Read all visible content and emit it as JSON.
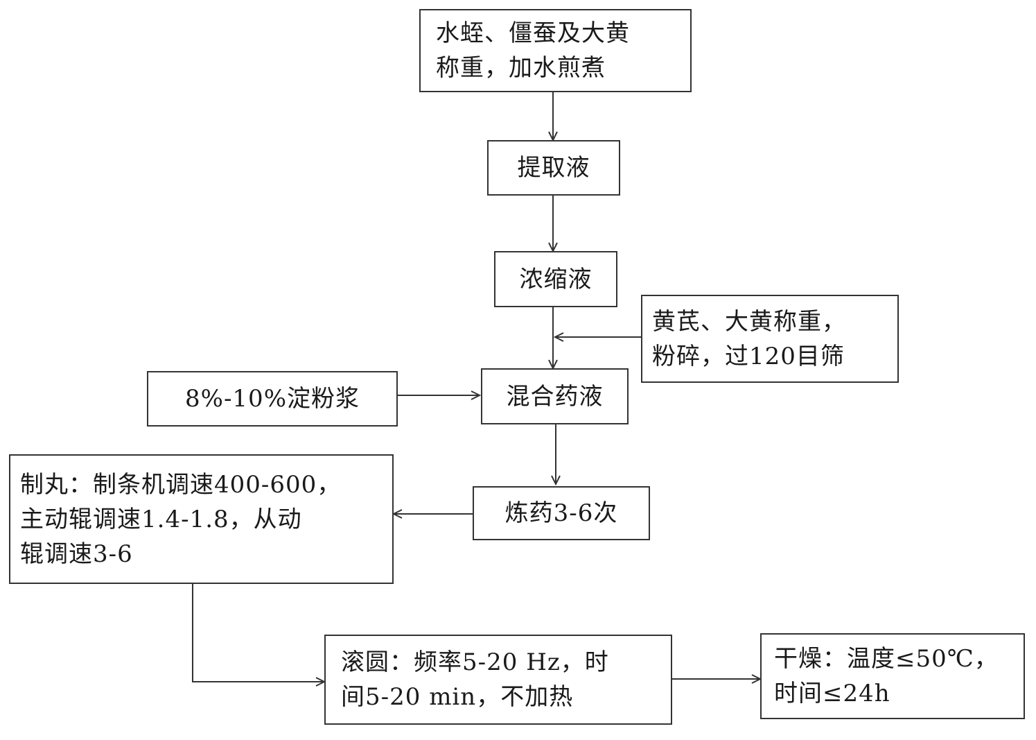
{
  "nodes": {
    "raw_materials": "水蛭、僵蚕及大黄\n称重，加水煎煮",
    "extract": "提取液",
    "concentrate": "浓缩液",
    "powder": "黄芪、大黄称重，\n粉碎，过120目筛",
    "starch": "8%-10%淀粉浆",
    "mixed": "混合药液",
    "refine": "炼药3-6次",
    "pill_making": "制丸：制条机调速400-600，\n主动辊调速1.4-1.8，从动\n辊调速3-6",
    "rounding": "滚圆：频率5-20 Hz，时\n间5-20 min，不加热",
    "drying": "干燥：温度≤50℃，\n时间≤24h"
  }
}
